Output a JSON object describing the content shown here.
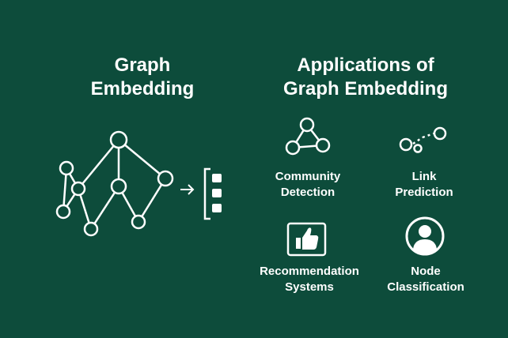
{
  "left_title": {
    "line1": "Graph",
    "line2": "Embedding"
  },
  "right_title": {
    "line1": "Applications of",
    "line2": "Graph Embedding"
  },
  "applications": [
    {
      "line1": "Community",
      "line2": "Detection",
      "icon": "triangle-network-icon"
    },
    {
      "line1": "Link",
      "line2": "Prediction",
      "icon": "link-prediction-icon"
    },
    {
      "line1": "Recommendation",
      "line2": "Systems",
      "icon": "thumbs-up-icon"
    },
    {
      "line1": "Node",
      "line2": "Classification",
      "icon": "user-circle-icon"
    }
  ],
  "colors": {
    "background": "#0d4c3b",
    "foreground": "#ffffff"
  }
}
